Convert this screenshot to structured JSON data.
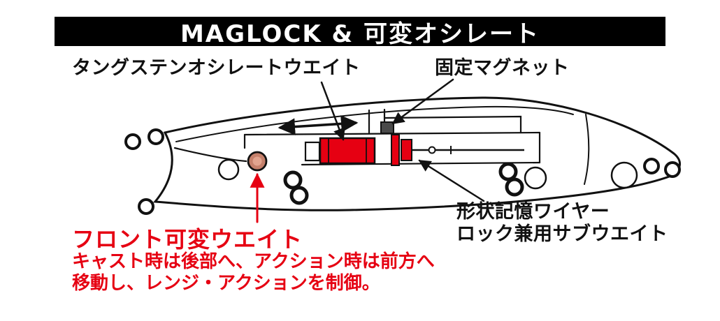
{
  "banner": {
    "title": "MAGLOCK & 可変オシレート"
  },
  "labels": {
    "tungsten_weight": "タングステンオシレートウエイト",
    "fixed_magnet": "固定マグネット",
    "shape_memory_wire_line1": "形状記憶ワイヤー",
    "shape_memory_wire_line2": "ロック兼用サブウエイト",
    "front_weight_title": "フロント可変ウエイト",
    "front_weight_desc_line1": "キャスト時は後部へ、アクション時は前方へ",
    "front_weight_desc_line2": "移動し、レンジ・アクションを制御。"
  },
  "colors": {
    "banner_bg": "#000000",
    "banner_text": "#ffffff",
    "accent_red": "#e60012",
    "weight_red": "#e60012",
    "front_weight_copper": "#c5806b",
    "line_black": "#111111"
  }
}
